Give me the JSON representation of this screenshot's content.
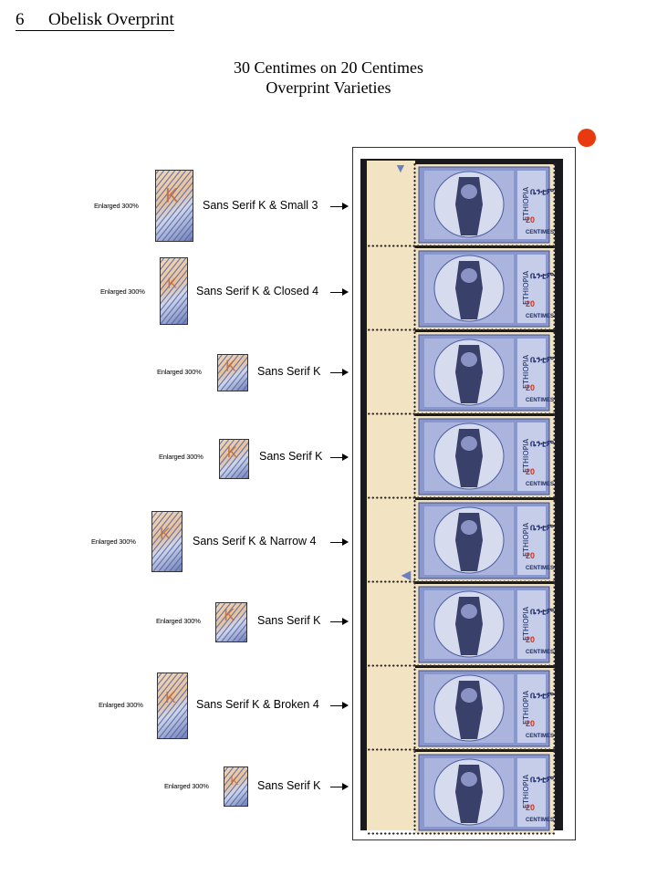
{
  "header": {
    "number": "6",
    "title": "Obelisk Overprint"
  },
  "title": {
    "line1": "30 Centimes on 20 Centimes",
    "line2": "Overprint Varieties"
  },
  "enlarged_label": "Enlarged 300%",
  "varieties": [
    {
      "label": "Sans Serif K & Small 3"
    },
    {
      "label": "Sans Serif K & Closed 4"
    },
    {
      "label": "Sans Serif K"
    },
    {
      "label": "Sans Serif K"
    },
    {
      "label": "Sans Serif K & Narrow 4"
    },
    {
      "label": "Sans Serif K"
    },
    {
      "label": "Sans Serif K & Broken 4"
    },
    {
      "label": "Sans Serif K"
    }
  ],
  "stamp": {
    "country": "ETHIOPIA",
    "amharic": "ቤንቲም",
    "value": "20",
    "denomination": "CENTIMES"
  },
  "colors": {
    "stamp_blue": "#7d8cc6",
    "overprint_red": "#c0392b",
    "marker_red": "#e8390f",
    "selvage": "#f2e3c2"
  }
}
